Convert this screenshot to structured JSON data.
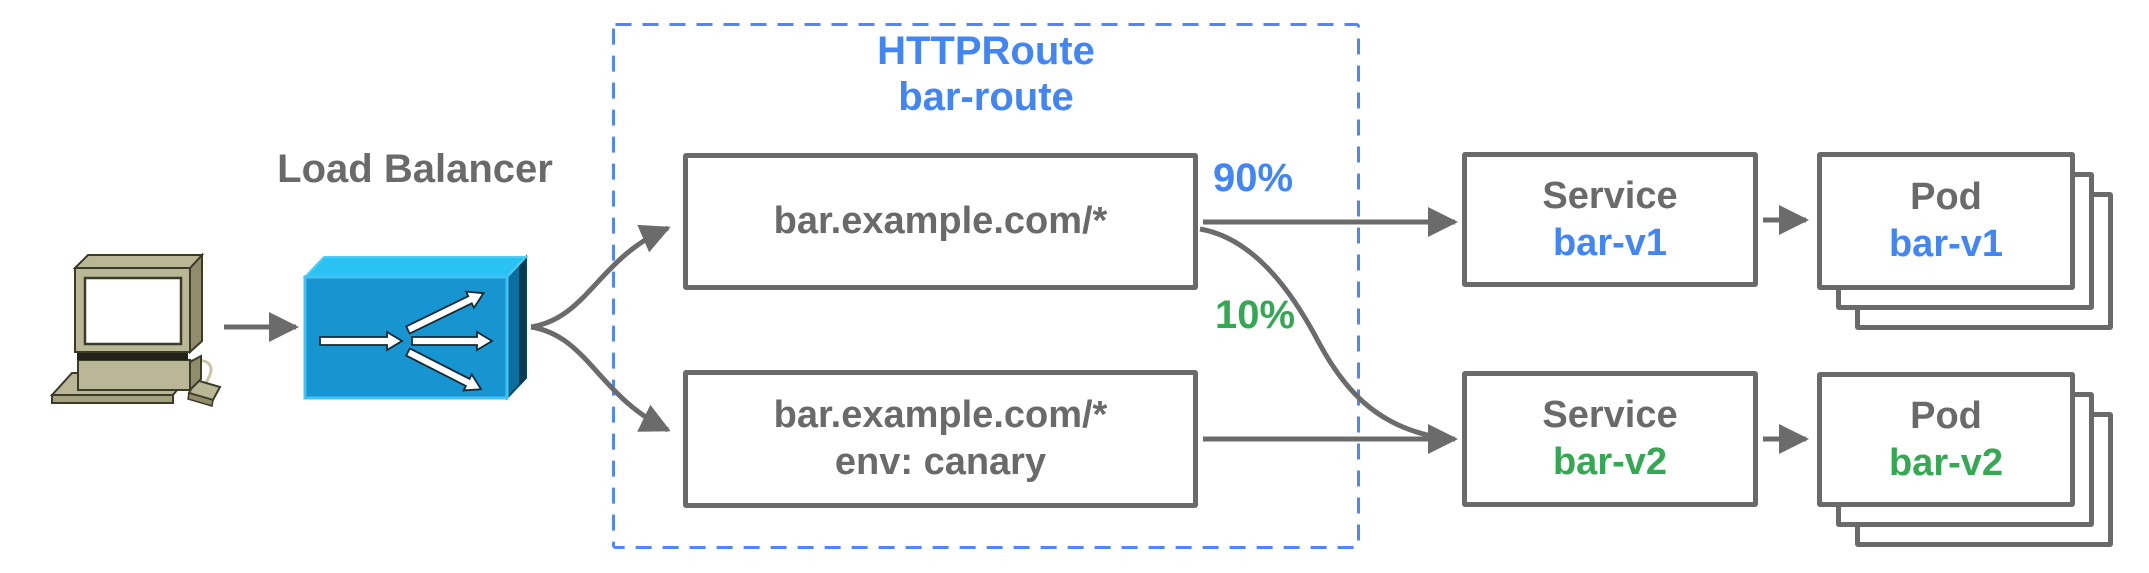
{
  "load_balancer": {
    "label": "Load Balancer"
  },
  "client": {
    "icon": "desktop-computer"
  },
  "httproute": {
    "kind": "HTTPRoute",
    "name": "bar-route",
    "rules": [
      {
        "match": "bar.example.com/*"
      },
      {
        "match": "bar.example.com/*",
        "header_match": "env: canary"
      }
    ]
  },
  "traffic_split": {
    "to_v1": "90%",
    "to_v2": "10%"
  },
  "services": [
    {
      "kind": "Service",
      "name": "bar-v1"
    },
    {
      "kind": "Service",
      "name": "bar-v2"
    }
  ],
  "pods": [
    {
      "kind": "Pod",
      "name": "bar-v1"
    },
    {
      "kind": "Pod",
      "name": "bar-v2"
    }
  ],
  "colors": {
    "blue_text": "#4285f4",
    "green_text": "#34a853",
    "gray_text": "#6a6a6a",
    "connector_gray": "#6b6b6b",
    "dashed_border_blue": "#5087f5",
    "lb_front": "#1795d1",
    "lb_top": "#29c2f2",
    "lb_side": "#0d6f9f"
  }
}
